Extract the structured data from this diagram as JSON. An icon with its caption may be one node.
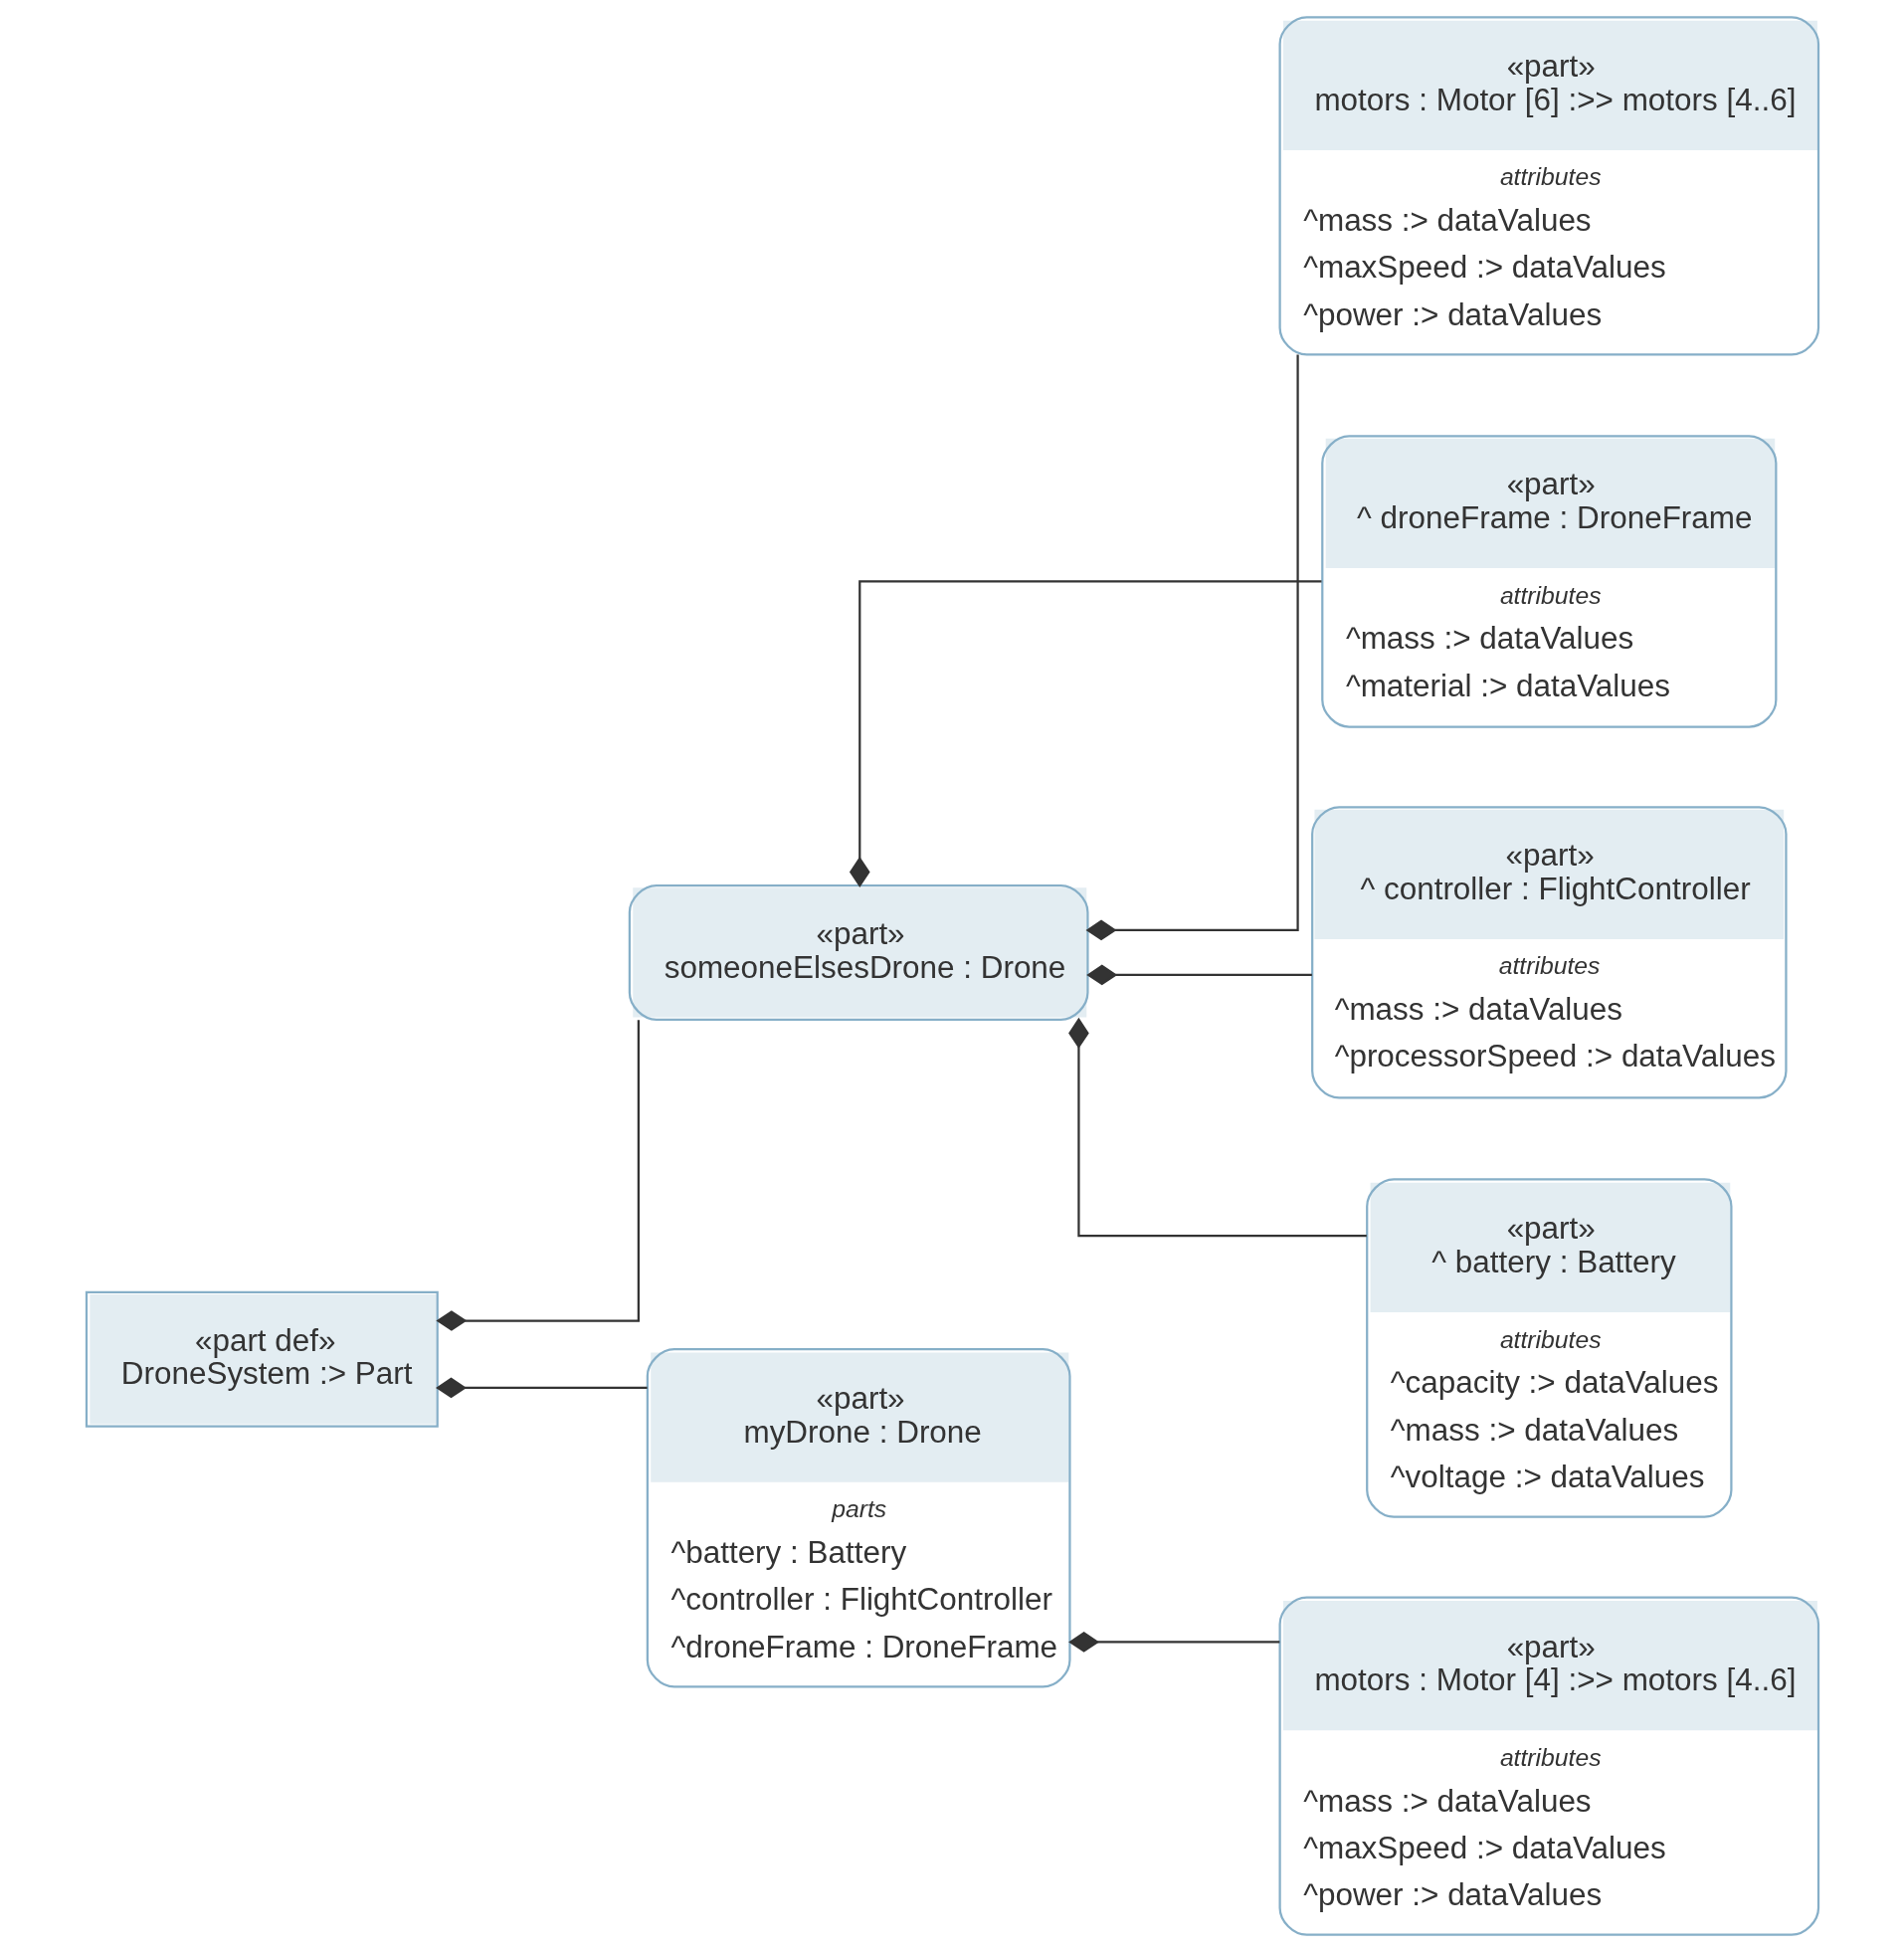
{
  "diagram": {
    "nodes": [
      {
        "text": [
          "«part def»",
          "DroneSystem :> Part"
        ]
      },
      {
        "text": [
          "«part»",
          "someoneElsesDrone : Drone"
        ]
      },
      {
        "text": [
          "«part»",
          "motors : Motor [6] :>> motors [4..6]",
          "attributes",
          "^mass :> dataValues",
          "^maxSpeed :> dataValues",
          "^power :> dataValues"
        ]
      },
      {
        "text": [
          "«part»",
          "^ droneFrame : DroneFrame",
          "attributes",
          "^mass :> dataValues",
          "^material :> dataValues"
        ]
      },
      {
        "text": [
          "«part»",
          "^ controller : FlightController",
          "attributes",
          "^mass :> dataValues",
          "^processorSpeed :> dataValues"
        ]
      },
      {
        "text": [
          "«part»",
          "^ battery : Battery",
          "attributes",
          "^capacity :> dataValues",
          "^mass :> dataValues",
          "^voltage :> dataValues"
        ]
      },
      {
        "text": [
          "«part»",
          "myDrone : Drone",
          "parts",
          "^battery : Battery",
          "^controller : FlightController",
          "^droneFrame : DroneFrame"
        ]
      },
      {
        "text": [
          "«part»",
          "motors : Motor [4] :>> motors [4..6]",
          "attributes",
          "^mass :> dataValues",
          "^maxSpeed :> dataValues",
          "^power :> dataValues"
        ]
      }
    ],
    "edges": [
      {
        "from": 0,
        "to": 1,
        "arrow": "other"
      },
      {
        "from": 0,
        "to": 6,
        "arrow": "other"
      },
      {
        "from": 1,
        "to": 2,
        "arrow": "other"
      },
      {
        "from": 1,
        "to": 3,
        "arrow": "other"
      },
      {
        "from": 1,
        "to": 4,
        "arrow": "other"
      },
      {
        "from": 1,
        "to": 5,
        "arrow": "other"
      },
      {
        "from": 6,
        "to": 7,
        "arrow": "other"
      }
    ]
  }
}
